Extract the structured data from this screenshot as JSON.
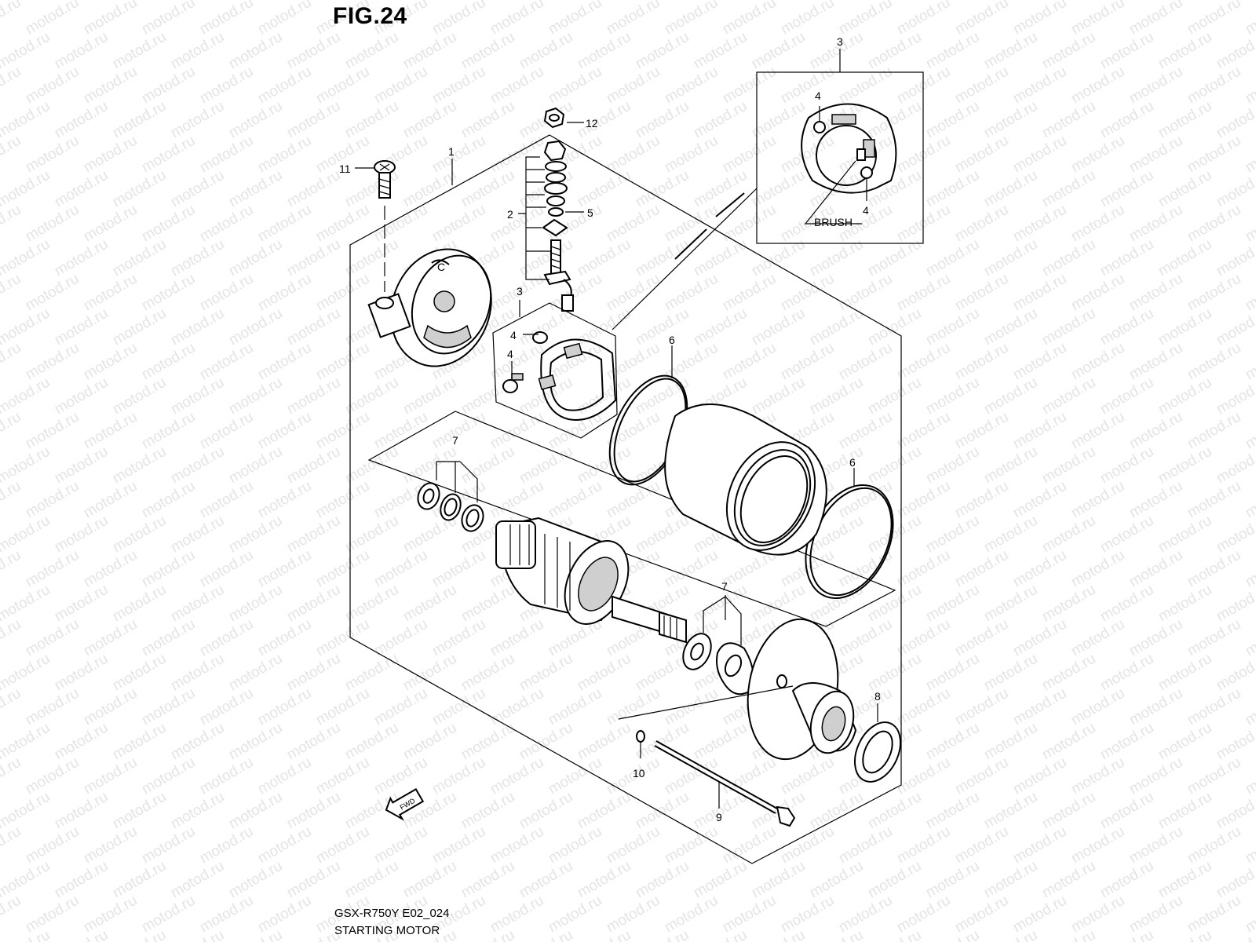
{
  "figure": {
    "title": "FIG.24",
    "model_code": "GSX-R750Y E02_024",
    "name": "STARTING MOTOR"
  },
  "watermark": {
    "text": "motod.ru",
    "color": "#e4e4e4"
  },
  "callouts": {
    "c1": "1",
    "c2": "2",
    "c3a": "3",
    "c3b": "3",
    "c4a": "4",
    "c4b": "4",
    "c4c": "4",
    "c4d": "4",
    "c5": "5",
    "c6a": "6",
    "c6b": "6",
    "c7a": "7",
    "c7b": "7",
    "c8": "8",
    "c9": "9",
    "c10": "10",
    "c11": "11",
    "c12": "12"
  },
  "inset": {
    "brush_label": "BRUSH"
  },
  "fwd": {
    "label": "FWD"
  }
}
